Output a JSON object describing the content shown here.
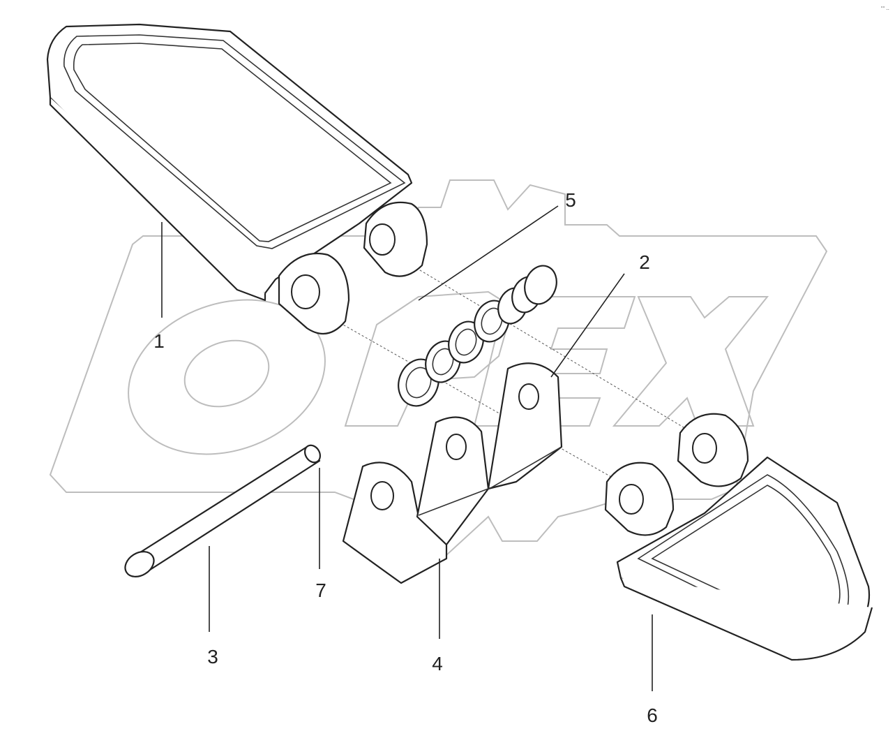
{
  "corner_mark": "°° ․․",
  "callouts": {
    "part_1": "1",
    "part_2": "2",
    "part_3": "3",
    "part_4": "4",
    "part_5": "5",
    "part_6": "6",
    "part_7": "7"
  }
}
